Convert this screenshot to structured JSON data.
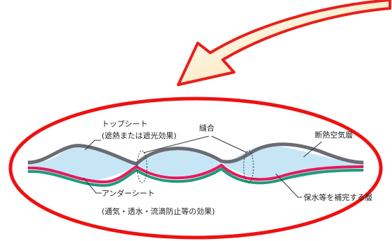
{
  "labels": {
    "top_sheet": "トップシート",
    "top_sheet_effect": "(遮熱または遮光効果)",
    "seam": "縫合",
    "insulating_air_layer": "断熱空気層",
    "under_sheet": "アンダーシート",
    "under_sheet_effect": "(通気・透水・流滴防止等の効果)",
    "supplementary_layer": "保水等を補完する層"
  },
  "colors": {
    "top_sheet": "#6b6b73",
    "pink_layer": "#e8185c",
    "under_sheet": "#1f9a7c",
    "air_fill": "#c6e6f5",
    "ellipse": "#ee1111",
    "arrow_fill": "#fbe3ae",
    "arrow_stroke": "#e8201b",
    "leader": "#333333"
  }
}
